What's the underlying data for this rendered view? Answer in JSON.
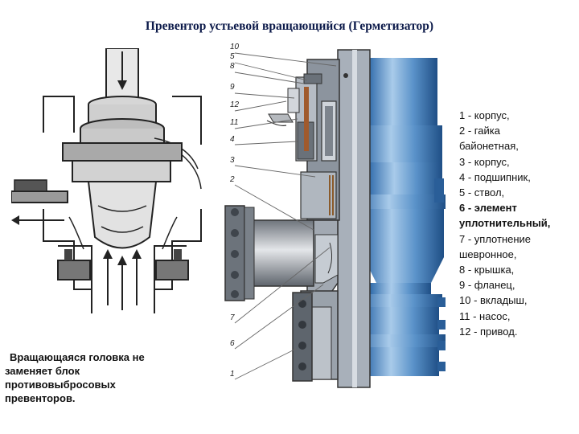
{
  "title": "Превентор устьевой вращающийся (Герметизатор)",
  "note": {
    "line1": "Вращающаяся головка  не",
    "line2": "заменяет блок",
    "line3": "противовыбросовых",
    "line4": "превенторов."
  },
  "legend": [
    "1 - корпус,",
    "2 - гайка",
    "байонетная,",
    "3 - корпус,",
    "4 -  подшипник,",
    "5 - ствол,",
    "6 - элемент",
    "уплотнительный,",
    "7 - уплотнение",
    "шевронное,",
    "8 - крышка,",
    "9 - фланец,",
    "10 - вкладыш,",
    "11 - насос,",
    "12 - привод."
  ],
  "callouts": [
    "10",
    "5",
    "8",
    "9",
    "12",
    "11",
    "4",
    "3",
    "2",
    "7",
    "6",
    "1"
  ],
  "colors": {
    "title": "#0c1a4a",
    "steel_blue": "#3a78b8",
    "steel_light": "#8fb6dc",
    "cut_gray": "#9aa3ad",
    "dark_gray": "#4e5661"
  }
}
